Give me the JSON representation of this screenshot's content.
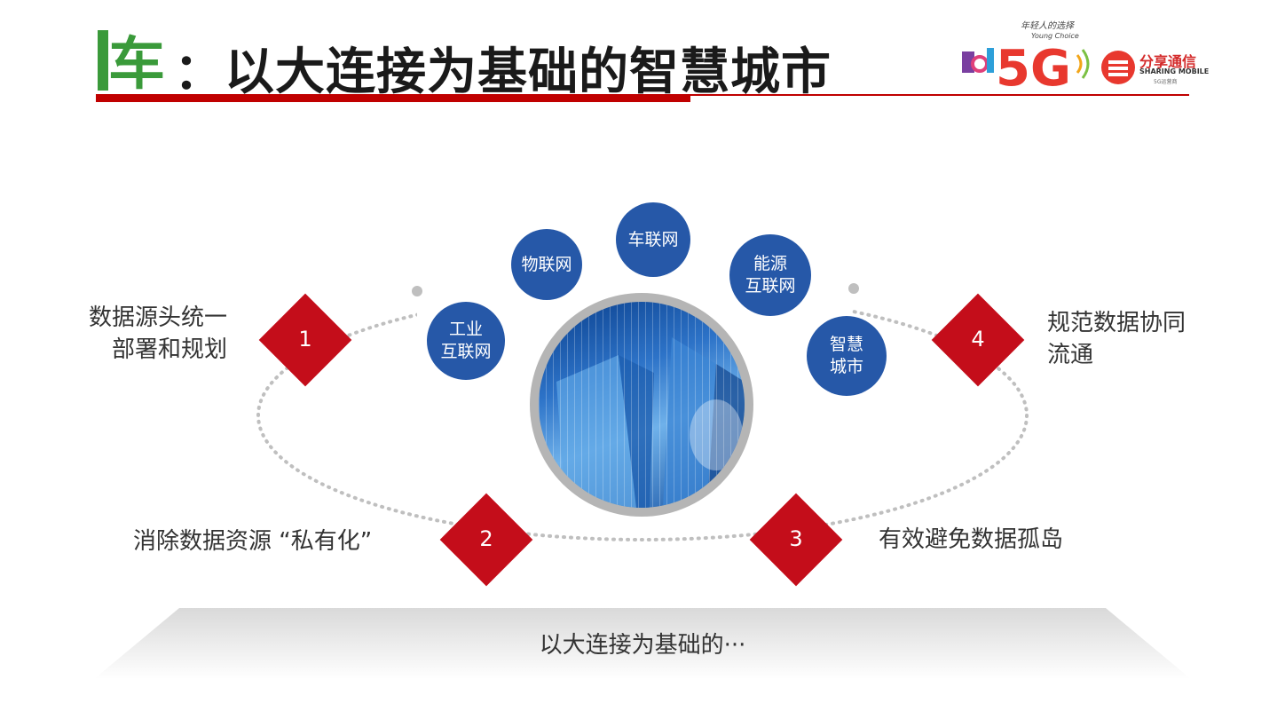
{
  "header": {
    "logo_char": "车",
    "title": "：以大连接为基础的智慧城市"
  },
  "brand": {
    "slogan": "年轻人的选择",
    "slogan_sub": "Young Choice",
    "logo_5g": "5G",
    "share_name": "分享通信",
    "share_en": "SHARING MOBILE",
    "share_tag": "5G运营商"
  },
  "bubbles": [
    {
      "line1": "工业",
      "line2": "互联网"
    },
    {
      "line1": "物联网",
      "line2": ""
    },
    {
      "line1": "车联网",
      "line2": ""
    },
    {
      "line1": "能源",
      "line2": "互联网"
    },
    {
      "line1": "智慧",
      "line2": "城市"
    }
  ],
  "steps": [
    {
      "num": "1",
      "line1": "数据源头统一",
      "line2": "部署和规划"
    },
    {
      "num": "2",
      "line1": "消除数据资源 “私有化”",
      "line2": ""
    },
    {
      "num": "3",
      "line1": "有效避免数据孤岛",
      "line2": ""
    },
    {
      "num": "4",
      "line1": "规范数据协同",
      "line2": "流通"
    }
  ],
  "footer": {
    "text": "以大连接为基础的···"
  },
  "colors": {
    "accent_red": "#c40d1a",
    "bubble_blue": "#2658a8",
    "logo_green": "#3a9a3a"
  }
}
